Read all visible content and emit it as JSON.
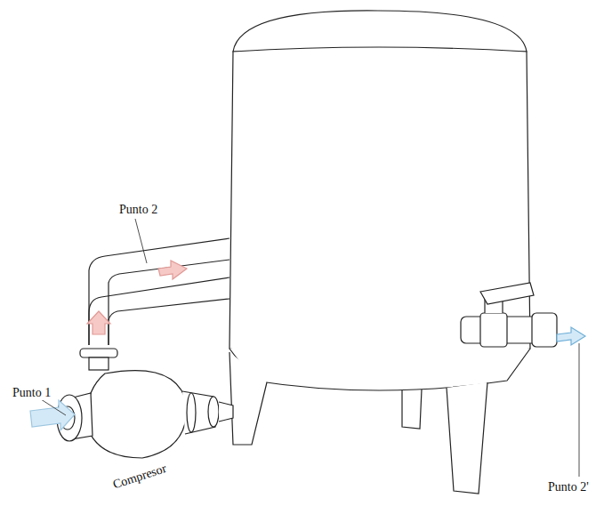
{
  "diagram": {
    "labels": [
      "Punto 2",
      "Punto 1",
      "Compresor",
      "Punto 2'"
    ]
  }
}
